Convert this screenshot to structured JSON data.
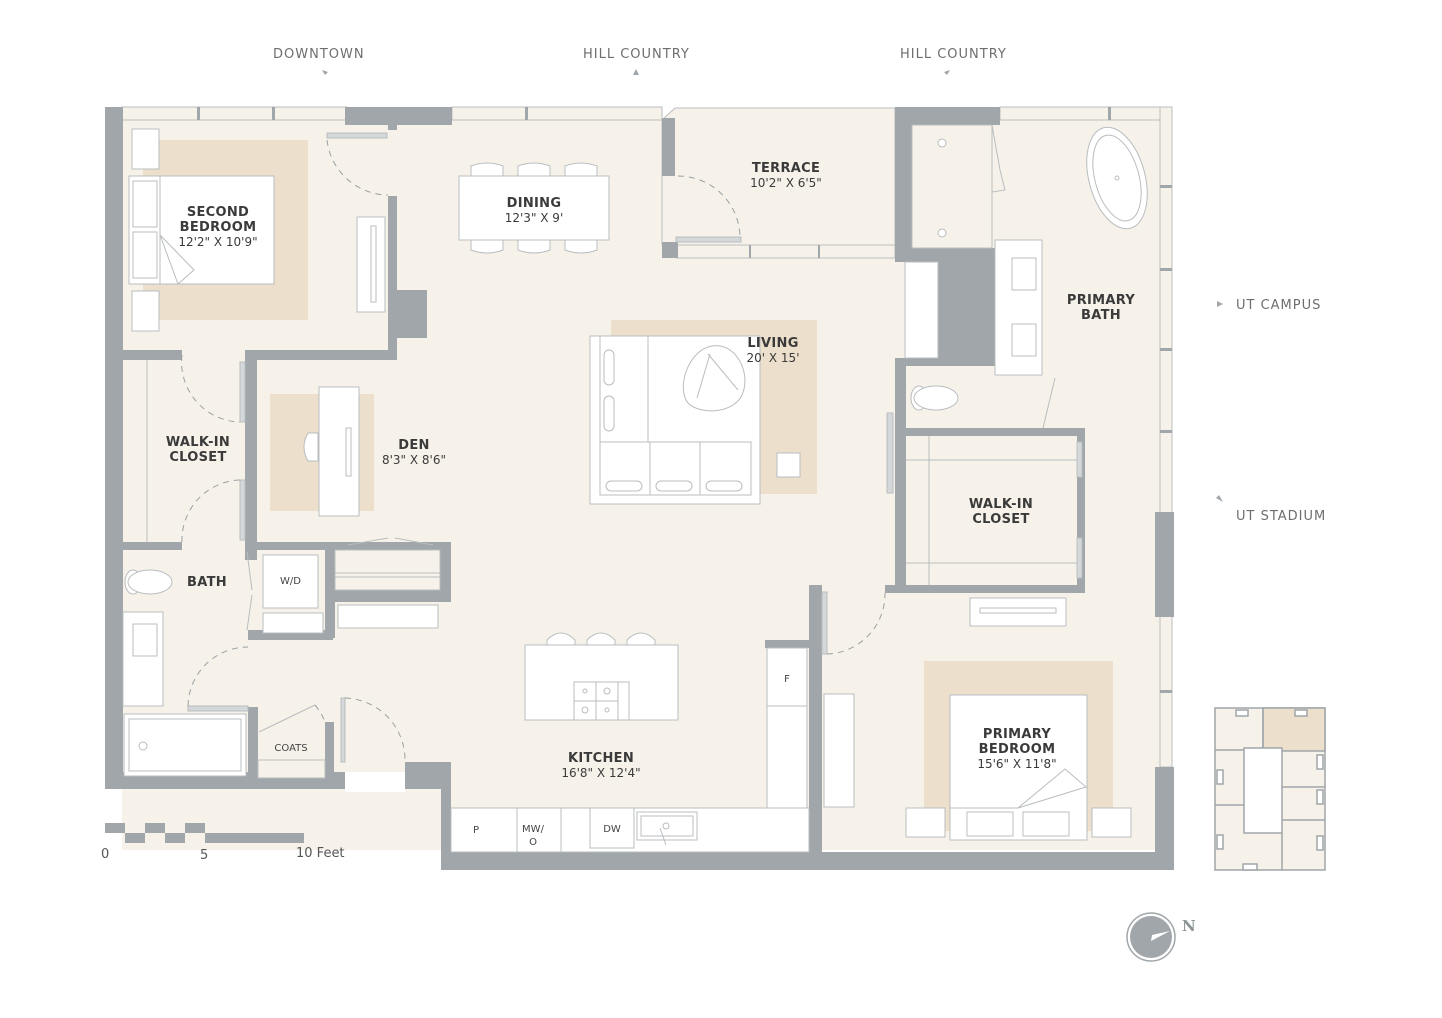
{
  "views": {
    "top": [
      {
        "label": "DOWNTOWN",
        "direction": "northwest"
      },
      {
        "label": "HILL COUNTRY",
        "direction": "north"
      },
      {
        "label": "HILL COUNTRY",
        "direction": "northeast"
      }
    ],
    "right": [
      {
        "label": "UT CAMPUS",
        "direction": "east"
      },
      {
        "label": "UT STADIUM",
        "direction": "southeast"
      }
    ]
  },
  "rooms": {
    "second_bedroom": {
      "name_line1": "SECOND",
      "name_line2": "BEDROOM",
      "dims": "12'2\" X 10'9\""
    },
    "dining": {
      "name": "DINING",
      "dims": "12'3\" X 9'"
    },
    "terrace": {
      "name": "TERRACE",
      "dims": "10'2\" X 6'5\""
    },
    "primary_bath": {
      "name_line1": "PRIMARY",
      "name_line2": "BATH"
    },
    "living": {
      "name": "LIVING",
      "dims": "20' X 15'"
    },
    "walkin_closet_left": {
      "name_line1": "WALK-IN",
      "name_line2": "CLOSET"
    },
    "den": {
      "name": "DEN",
      "dims": "8'3\" X 8'6\""
    },
    "walkin_closet_right": {
      "name_line1": "WALK-IN",
      "name_line2": "CLOSET"
    },
    "bath": {
      "name": "BATH"
    },
    "coats": {
      "name": "COATS"
    },
    "kitchen": {
      "name": "KITCHEN",
      "dims": "16'8\" X 12'4\""
    },
    "primary_bedroom": {
      "name_line1": "PRIMARY",
      "name_line2": "BEDROOM",
      "dims": "15'6\" X 11'8\""
    }
  },
  "appliances": {
    "washer_dryer": "W/D",
    "fridge": "F",
    "pantry": "P",
    "microwave_oven_line1": "MW/",
    "microwave_oven_line2": "O",
    "dishwasher": "DW"
  },
  "scale": {
    "ticks": [
      "0",
      "5",
      "10 Feet"
    ]
  },
  "compass": {
    "label": "N"
  },
  "colors": {
    "wall": "#a0a6a9",
    "floor": "#f6f2ea",
    "rug": "#ecdfcb",
    "furniture": "#ffffff",
    "outline": "#b9bdbf",
    "text": "#3a3a3a",
    "keyplan_highlight": "#ecdfcb"
  }
}
